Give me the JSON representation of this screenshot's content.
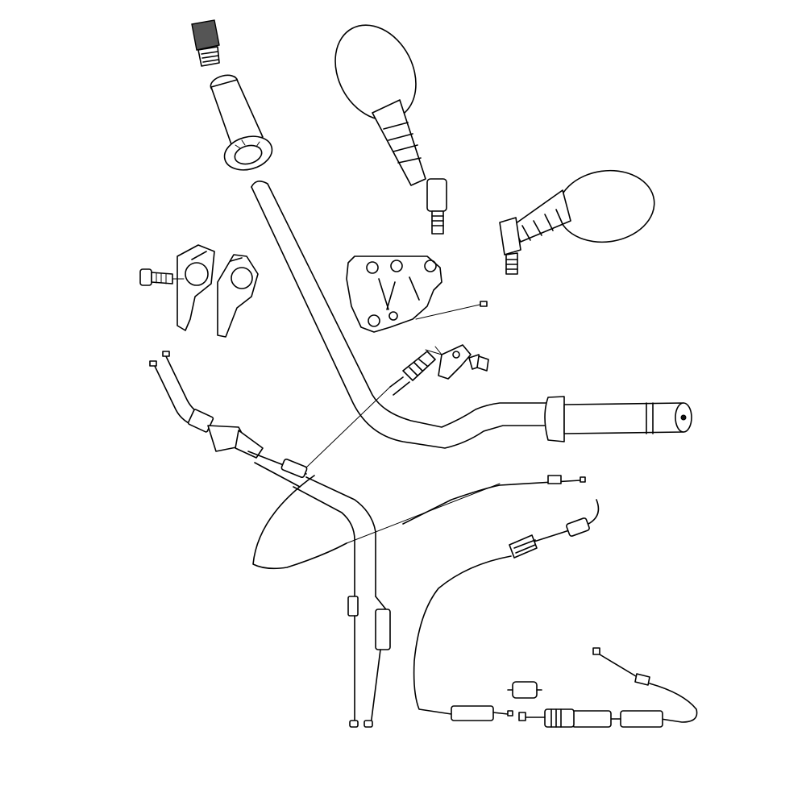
{
  "diagram": {
    "labels": [],
    "parts": [
      "bar-end-weight",
      "left-grip",
      "handlebar",
      "right-grip",
      "left-mirror",
      "right-mirror",
      "handlebar-clamp-upper",
      "handlebar-clamp-lower",
      "clamp-bolt",
      "mounting-bracket",
      "throttle-cable-pair",
      "clutch-cable",
      "cable-adjuster",
      "lever-bracket",
      "cable-connector"
    ],
    "colors": {
      "line": "#000000",
      "background": "#ffffff",
      "shade": "#555555"
    }
  }
}
